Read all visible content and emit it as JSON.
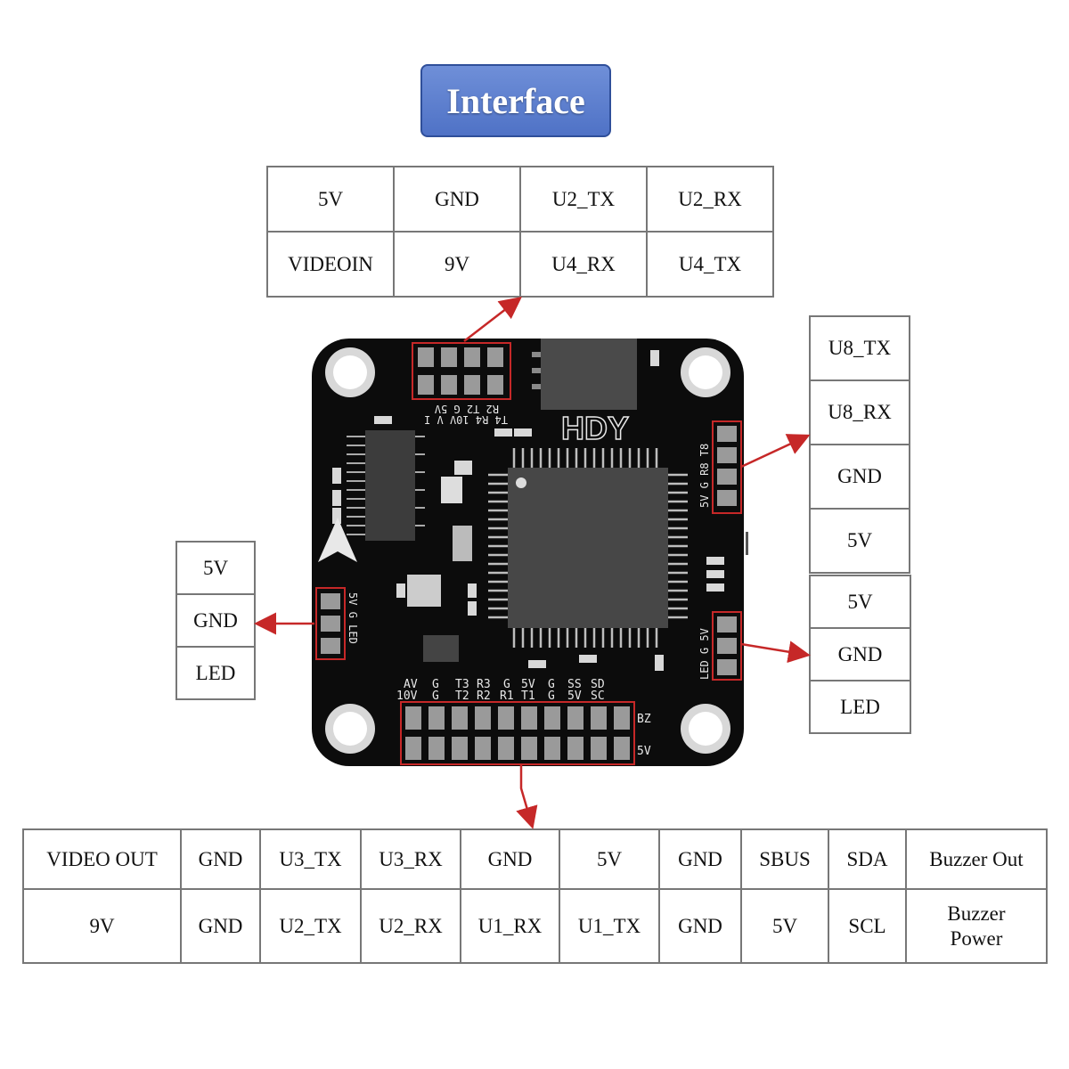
{
  "title": "Interface",
  "top_connector": {
    "rows": [
      [
        "5V",
        "GND",
        "U2_TX",
        "U2_RX"
      ],
      [
        "VIDEOIN",
        "9V",
        "U4_RX",
        "U4_TX"
      ]
    ]
  },
  "right_upper_connector": {
    "pins": [
      "U8_TX",
      "U8_RX",
      "GND",
      "5V"
    ]
  },
  "right_lower_connector": {
    "pins": [
      "5V",
      "GND",
      "LED"
    ]
  },
  "left_connector": {
    "pins": [
      "5V",
      "GND",
      "LED"
    ]
  },
  "bottom_connector": {
    "rows": [
      [
        "VIDEO OUT",
        "GND",
        "U3_TX",
        "U3_RX",
        "GND",
        "5V",
        "GND",
        "SBUS",
        "SDA",
        "Buzzer Out"
      ],
      [
        "9V",
        "GND",
        "U2_TX",
        "U2_RX",
        "U1_RX",
        "U1_TX",
        "GND",
        "5V",
        "SCL",
        "Buzzer Power"
      ]
    ]
  },
  "board": {
    "brand": "HDY",
    "top_silk": "R2 T2 G 5V",
    "top_silk2": "T4 R4 10V V I",
    "right_silk": "5V G R8 T8",
    "right_silk2": "LED G 5V",
    "left_silk": "5V G LED",
    "bottom_silk_row1": [
      "AV",
      "G",
      "T3",
      "R3",
      "G",
      "5V",
      "G",
      "SS",
      "SD"
    ],
    "bottom_silk_row2": [
      "10V",
      "G",
      "T2",
      "R2",
      "R1",
      "T1",
      "G",
      "5V",
      "SC"
    ],
    "bz_label": "BZ",
    "v5_label": "5V"
  },
  "colors": {
    "arrow": "#c62828",
    "board": "#0c0c0c",
    "pad": "#9a9a9a",
    "title_bg": "#5a7bcf"
  }
}
